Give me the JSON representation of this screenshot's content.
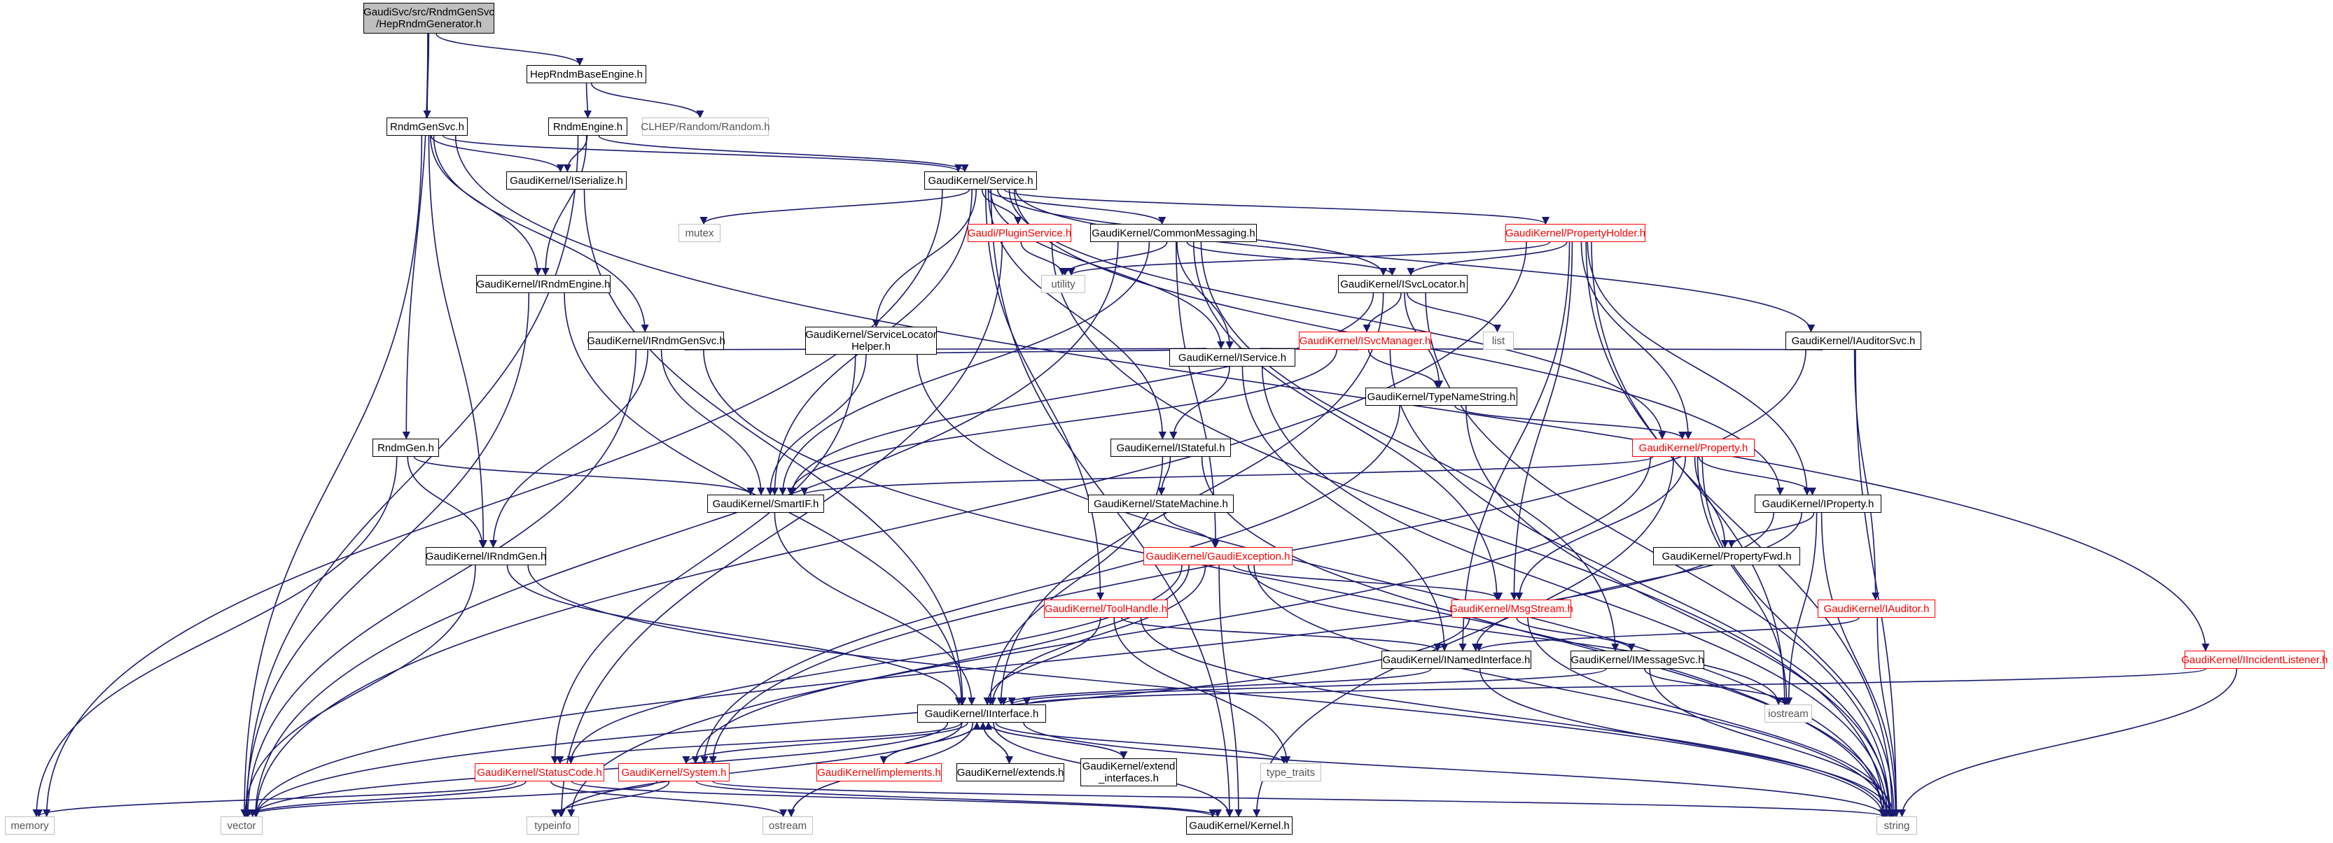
{
  "graph": {
    "nodes": [
      {
        "id": "root",
        "label": "GaudiSvc/src/RndmGenSvc\n/HepRndmGenerator.h",
        "style": "root"
      },
      {
        "id": "heprndmbase",
        "label": "HepRndmBaseEngine.h",
        "style": "black"
      },
      {
        "id": "rndmgensvc",
        "label": "RndmGenSvc.h",
        "style": "black"
      },
      {
        "id": "rndmengine",
        "label": "RndmEngine.h",
        "style": "black"
      },
      {
        "id": "clhep",
        "label": "CLHEP/Random/Random.h",
        "style": "gray"
      },
      {
        "id": "service",
        "label": "GaudiKernel/Service.h",
        "style": "black"
      },
      {
        "id": "iserialize",
        "label": "GaudiKernel/ISerialize.h",
        "style": "black"
      },
      {
        "id": "mutex",
        "label": "mutex",
        "style": "gray"
      },
      {
        "id": "pluginservice",
        "label": "Gaudi/PluginService.h",
        "style": "red"
      },
      {
        "id": "commonmessaging",
        "label": "GaudiKernel/CommonMessaging.h",
        "style": "black"
      },
      {
        "id": "propertyholder",
        "label": "GaudiKernel/PropertyHolder.h",
        "style": "red"
      },
      {
        "id": "utility",
        "label": "utility",
        "style": "gray"
      },
      {
        "id": "isvclocator",
        "label": "GaudiKernel/ISvcLocator.h",
        "style": "black"
      },
      {
        "id": "irndmengine",
        "label": "GaudiKernel/IRndmEngine.h",
        "style": "black"
      },
      {
        "id": "list",
        "label": "list",
        "style": "gray"
      },
      {
        "id": "isvcmanager",
        "label": "GaudiKernel/ISvcManager.h",
        "style": "red"
      },
      {
        "id": "irndmgensvc",
        "label": "GaudiKernel/IRndmGenSvc.h",
        "style": "black"
      },
      {
        "id": "servicelocatorhelper",
        "label": "GaudiKernel/ServiceLocator\nHelper.h",
        "style": "black"
      },
      {
        "id": "iservice",
        "label": "GaudiKernel/IService.h",
        "style": "black"
      },
      {
        "id": "iauditorsvc",
        "label": "GaudiKernel/IAuditorSvc.h",
        "style": "black"
      },
      {
        "id": "typenamestring",
        "label": "GaudiKernel/TypeNameString.h",
        "style": "black"
      },
      {
        "id": "istateful",
        "label": "GaudiKernel/IStateful.h",
        "style": "black"
      },
      {
        "id": "property",
        "label": "GaudiKernel/Property.h",
        "style": "red"
      },
      {
        "id": "rndmgen",
        "label": "RndmGen.h",
        "style": "black"
      },
      {
        "id": "smartif",
        "label": "GaudiKernel/SmartIF.h",
        "style": "black"
      },
      {
        "id": "statemachine",
        "label": "GaudiKernel/StateMachine.h",
        "style": "black"
      },
      {
        "id": "iproperty",
        "label": "GaudiKernel/IProperty.h",
        "style": "black"
      },
      {
        "id": "irndmgen",
        "label": "GaudiKernel/IRndmGen.h",
        "style": "black"
      },
      {
        "id": "gaudiexception",
        "label": "GaudiKernel/GaudiException.h",
        "style": "red"
      },
      {
        "id": "propertyfwd",
        "label": "GaudiKernel/PropertyFwd.h",
        "style": "black"
      },
      {
        "id": "toolhandle",
        "label": "GaudiKernel/ToolHandle.h",
        "style": "red"
      },
      {
        "id": "msgstream",
        "label": "GaudiKernel/MsgStream.h",
        "style": "red"
      },
      {
        "id": "iauditor",
        "label": "GaudiKernel/IAuditor.h",
        "style": "red"
      },
      {
        "id": "inamedinterface",
        "label": "GaudiKernel/INamedInterface.h",
        "style": "black"
      },
      {
        "id": "imessagesvc",
        "label": "GaudiKernel/IMessageSvc.h",
        "style": "black"
      },
      {
        "id": "iincidentlistener",
        "label": "GaudiKernel/IIncidentListener.h",
        "style": "red"
      },
      {
        "id": "iinterface",
        "label": "GaudiKernel/IInterface.h",
        "style": "black"
      },
      {
        "id": "iostream",
        "label": "iostream",
        "style": "gray"
      },
      {
        "id": "statuscode",
        "label": "GaudiKernel/StatusCode.h",
        "style": "red"
      },
      {
        "id": "system",
        "label": "GaudiKernel/System.h",
        "style": "red"
      },
      {
        "id": "implements",
        "label": "GaudiKernel/implements.h",
        "style": "red"
      },
      {
        "id": "extends",
        "label": "GaudiKernel/extends.h",
        "style": "black"
      },
      {
        "id": "extendinterfaces",
        "label": "GaudiKernel/extend\n_interfaces.h",
        "style": "black"
      },
      {
        "id": "typetraits",
        "label": "type_traits",
        "style": "gray"
      },
      {
        "id": "memory",
        "label": "memory",
        "style": "gray"
      },
      {
        "id": "vector",
        "label": "vector",
        "style": "gray"
      },
      {
        "id": "typeinfo",
        "label": "typeinfo",
        "style": "gray"
      },
      {
        "id": "ostream",
        "label": "ostream",
        "style": "gray"
      },
      {
        "id": "kernel",
        "label": "GaudiKernel/Kernel.h",
        "style": "black"
      },
      {
        "id": "string",
        "label": "string",
        "style": "gray"
      }
    ],
    "edges": [
      [
        "root",
        "heprndmbase"
      ],
      [
        "root",
        "rndmgensvc"
      ],
      [
        "root",
        "rndmgen"
      ],
      [
        "heprndmbase",
        "rndmengine"
      ],
      [
        "heprndmbase",
        "clhep"
      ],
      [
        "rndmgensvc",
        "service"
      ],
      [
        "rndmgensvc",
        "iserialize"
      ],
      [
        "rndmgensvc",
        "irndmengine"
      ],
      [
        "rndmgensvc",
        "irndmgensvc"
      ],
      [
        "rndmgensvc",
        "irndmgen"
      ],
      [
        "rndmgensvc",
        "vector"
      ],
      [
        "rndmgensvc",
        "iincidentlistener"
      ],
      [
        "rndmengine",
        "service"
      ],
      [
        "rndmengine",
        "iserialize"
      ],
      [
        "rndmengine",
        "irndmengine"
      ],
      [
        "rndmengine",
        "vector"
      ],
      [
        "service",
        "mutex"
      ],
      [
        "service",
        "pluginservice"
      ],
      [
        "service",
        "commonmessaging"
      ],
      [
        "service",
        "propertyholder"
      ],
      [
        "service",
        "isvclocator"
      ],
      [
        "service",
        "servicelocatorhelper"
      ],
      [
        "service",
        "iservice"
      ],
      [
        "service",
        "iauditorsvc"
      ],
      [
        "service",
        "istateful"
      ],
      [
        "service",
        "smartif"
      ],
      [
        "service",
        "toolhandle"
      ],
      [
        "service",
        "iproperty"
      ],
      [
        "service",
        "property"
      ],
      [
        "service",
        "memory"
      ],
      [
        "service",
        "kernel"
      ],
      [
        "iserialize",
        "iinterface"
      ],
      [
        "pluginservice",
        "utility"
      ],
      [
        "pluginservice",
        "typeinfo"
      ],
      [
        "pluginservice",
        "string"
      ],
      [
        "commonmessaging",
        "utility"
      ],
      [
        "commonmessaging",
        "isvclocator"
      ],
      [
        "commonmessaging",
        "iservice"
      ],
      [
        "commonmessaging",
        "smartif"
      ],
      [
        "commonmessaging",
        "msgstream"
      ],
      [
        "commonmessaging",
        "imessagesvc"
      ],
      [
        "commonmessaging",
        "gaudiexception"
      ],
      [
        "commonmessaging",
        "vector"
      ],
      [
        "propertyholder",
        "utility"
      ],
      [
        "propertyholder",
        "isvclocator"
      ],
      [
        "propertyholder",
        "property"
      ],
      [
        "propertyholder",
        "iproperty"
      ],
      [
        "propertyholder",
        "inamedinterface"
      ],
      [
        "propertyholder",
        "msgstream"
      ],
      [
        "propertyholder",
        "iostream"
      ],
      [
        "propertyholder",
        "string"
      ],
      [
        "propertyholder",
        "vector"
      ],
      [
        "isvclocator",
        "list"
      ],
      [
        "isvclocator",
        "isvcmanager"
      ],
      [
        "isvclocator",
        "typenamestring"
      ],
      [
        "isvclocator",
        "iinterface"
      ],
      [
        "isvclocator",
        "smartif"
      ],
      [
        "isvclocator",
        "string"
      ],
      [
        "irndmengine",
        "iinterface"
      ],
      [
        "irndmengine",
        "vector"
      ],
      [
        "isvcmanager",
        "iservice"
      ],
      [
        "isvcmanager",
        "typenamestring"
      ],
      [
        "isvcmanager",
        "smartif"
      ],
      [
        "isvcmanager",
        "string"
      ],
      [
        "irndmgensvc",
        "iservice"
      ],
      [
        "irndmgensvc",
        "smartif"
      ],
      [
        "irndmgensvc",
        "irndmgen"
      ],
      [
        "irndmgensvc",
        "vector"
      ],
      [
        "irndmgensvc",
        "string"
      ],
      [
        "servicelocatorhelper",
        "iservice"
      ],
      [
        "servicelocatorhelper",
        "smartif"
      ],
      [
        "servicelocatorhelper",
        "statuscode"
      ],
      [
        "servicelocatorhelper",
        "string"
      ],
      [
        "iservice",
        "istateful"
      ],
      [
        "iservice",
        "inamedinterface"
      ],
      [
        "iservice",
        "string"
      ],
      [
        "iauditorsvc",
        "iservice"
      ],
      [
        "iauditorsvc",
        "iauditor"
      ],
      [
        "iauditorsvc",
        "system"
      ],
      [
        "iauditorsvc",
        "string"
      ],
      [
        "typenamestring",
        "property"
      ],
      [
        "typenamestring",
        "system"
      ],
      [
        "typenamestring",
        "string"
      ],
      [
        "istateful",
        "statemachine"
      ],
      [
        "istateful",
        "iinterface"
      ],
      [
        "istateful",
        "string"
      ],
      [
        "property",
        "smartif"
      ],
      [
        "property",
        "iproperty"
      ],
      [
        "property",
        "propertyfwd"
      ],
      [
        "property",
        "msgstream"
      ],
      [
        "property",
        "iostream"
      ],
      [
        "property",
        "kernel"
      ],
      [
        "property",
        "string"
      ],
      [
        "property",
        "typeinfo"
      ],
      [
        "rndmgen",
        "smartif"
      ],
      [
        "rndmgen",
        "irndmgen"
      ],
      [
        "rndmgen",
        "memory"
      ],
      [
        "smartif",
        "iinterface"
      ],
      [
        "statemachine",
        "gaudiexception"
      ],
      [
        "iproperty",
        "propertyfwd"
      ],
      [
        "iproperty",
        "inamedinterface"
      ],
      [
        "iproperty",
        "iostream"
      ],
      [
        "iproperty",
        "string"
      ],
      [
        "iproperty",
        "vector"
      ],
      [
        "irndmgen",
        "iinterface"
      ],
      [
        "irndmgen",
        "vector"
      ],
      [
        "irndmgen",
        "string"
      ],
      [
        "gaudiexception",
        "msgstream"
      ],
      [
        "gaudiexception",
        "statuscode"
      ],
      [
        "gaudiexception",
        "system"
      ],
      [
        "gaudiexception",
        "kernel"
      ],
      [
        "gaudiexception",
        "string"
      ],
      [
        "gaudiexception",
        "iostream"
      ],
      [
        "gaudiexception",
        "iinterface"
      ],
      [
        "toolhandle",
        "inamedinterface"
      ],
      [
        "toolhandle",
        "iinterface"
      ],
      [
        "toolhandle",
        "typetraits"
      ],
      [
        "toolhandle",
        "string"
      ],
      [
        "msgstream",
        "imessagesvc"
      ],
      [
        "msgstream",
        "string"
      ],
      [
        "msgstream",
        "vector"
      ],
      [
        "iauditor",
        "inamedinterface"
      ],
      [
        "iauditor",
        "string"
      ],
      [
        "inamedinterface",
        "iinterface"
      ],
      [
        "inamedinterface",
        "string"
      ],
      [
        "imessagesvc",
        "iinterface"
      ],
      [
        "imessagesvc",
        "iostream"
      ],
      [
        "imessagesvc",
        "string"
      ],
      [
        "iincidentlistener",
        "iinterface"
      ],
      [
        "iincidentlistener",
        "string"
      ],
      [
        "iinterface",
        "statuscode"
      ],
      [
        "iinterface",
        "system"
      ],
      [
        "iinterface",
        "implements"
      ],
      [
        "iinterface",
        "extends"
      ],
      [
        "iinterface",
        "extendinterfaces"
      ],
      [
        "iinterface",
        "typetraits"
      ],
      [
        "iinterface",
        "ostream"
      ],
      [
        "iinterface",
        "typeinfo"
      ],
      [
        "iinterface",
        "kernel"
      ],
      [
        "iinterface",
        "string"
      ],
      [
        "iinterface",
        "vector"
      ],
      [
        "implements",
        "iinterface"
      ],
      [
        "extends",
        "iinterface"
      ],
      [
        "extendinterfaces",
        "iinterface"
      ],
      [
        "statuscode",
        "kernel"
      ],
      [
        "statuscode",
        "memory"
      ],
      [
        "statuscode",
        "ostream"
      ],
      [
        "statuscode",
        "vector"
      ],
      [
        "system",
        "kernel"
      ],
      [
        "system",
        "typeinfo"
      ],
      [
        "system",
        "string"
      ],
      [
        "system",
        "vector"
      ]
    ],
    "colors": {
      "edge": "#191970",
      "node_border": "#000000",
      "red_border": "#ff0000",
      "gray_border": "#bfbfbf",
      "root_fill": "#bfbfbf"
    }
  }
}
